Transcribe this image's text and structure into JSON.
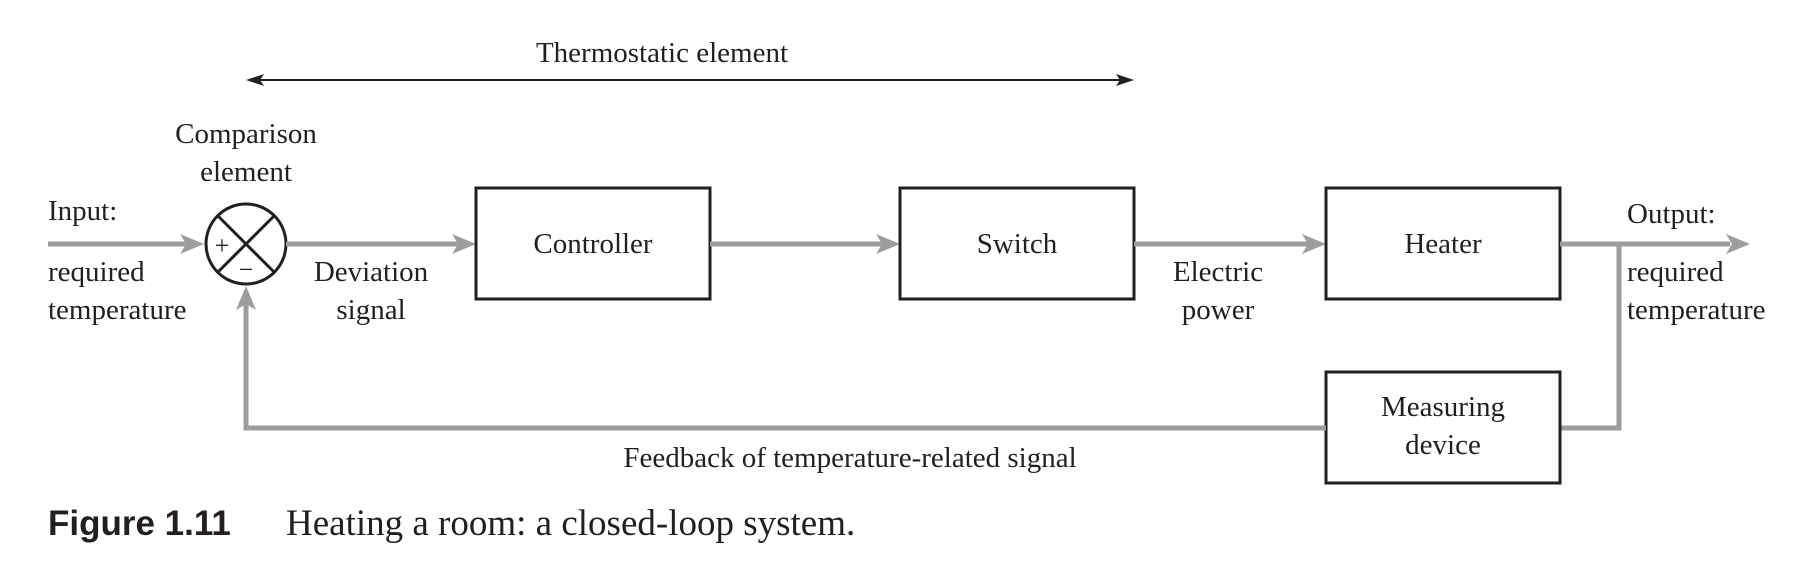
{
  "diagram": {
    "top_label": "Thermostatic element",
    "comparison_label": [
      "Comparison",
      "element"
    ],
    "input_label": "Input:",
    "input_sub": [
      "required",
      "temperature"
    ],
    "plus_sign": "+",
    "minus_sign": "−",
    "deviation_label": [
      "Deviation",
      "signal"
    ],
    "blocks": {
      "controller": "Controller",
      "switch": "Switch",
      "heater": "Heater",
      "measuring": [
        "Measuring",
        "device"
      ]
    },
    "electric_label": [
      "Electric",
      "power"
    ],
    "output_label": "Output:",
    "output_sub": [
      "required",
      "temperature"
    ],
    "feedback_label": "Feedback of temperature-related signal"
  },
  "caption": {
    "number": "Figure 1.11",
    "text": "Heating a room: a closed-loop system."
  },
  "colors": {
    "flow_line": "#9d9d9d",
    "ink": "#231f20"
  }
}
